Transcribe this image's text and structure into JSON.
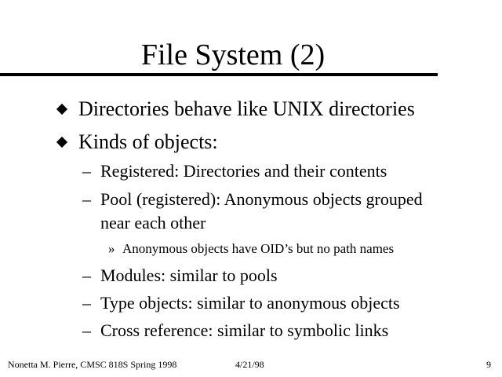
{
  "slide": {
    "title": "File System (2)",
    "bullets": [
      "Directories behave like UNIX directories",
      "Kinds of objects:"
    ],
    "sub_bullets": [
      "Registered: Directories and their contents",
      "Pool (registered): Anonymous objects grouped",
      "near each other",
      "Modules: similar to pools",
      "Type objects: similar to anonymous objects",
      "Cross reference: similar to symbolic links"
    ],
    "sub_sub_bullets": [
      "Anonymous objects have OID’s but no path names"
    ],
    "dash_glyph": "–",
    "subsub_glyph": "»"
  },
  "footer": {
    "author_course": "Nonetta M. Pierre, CMSC 818S Spring 1998",
    "date": "4/21/98",
    "page_number": "9"
  }
}
